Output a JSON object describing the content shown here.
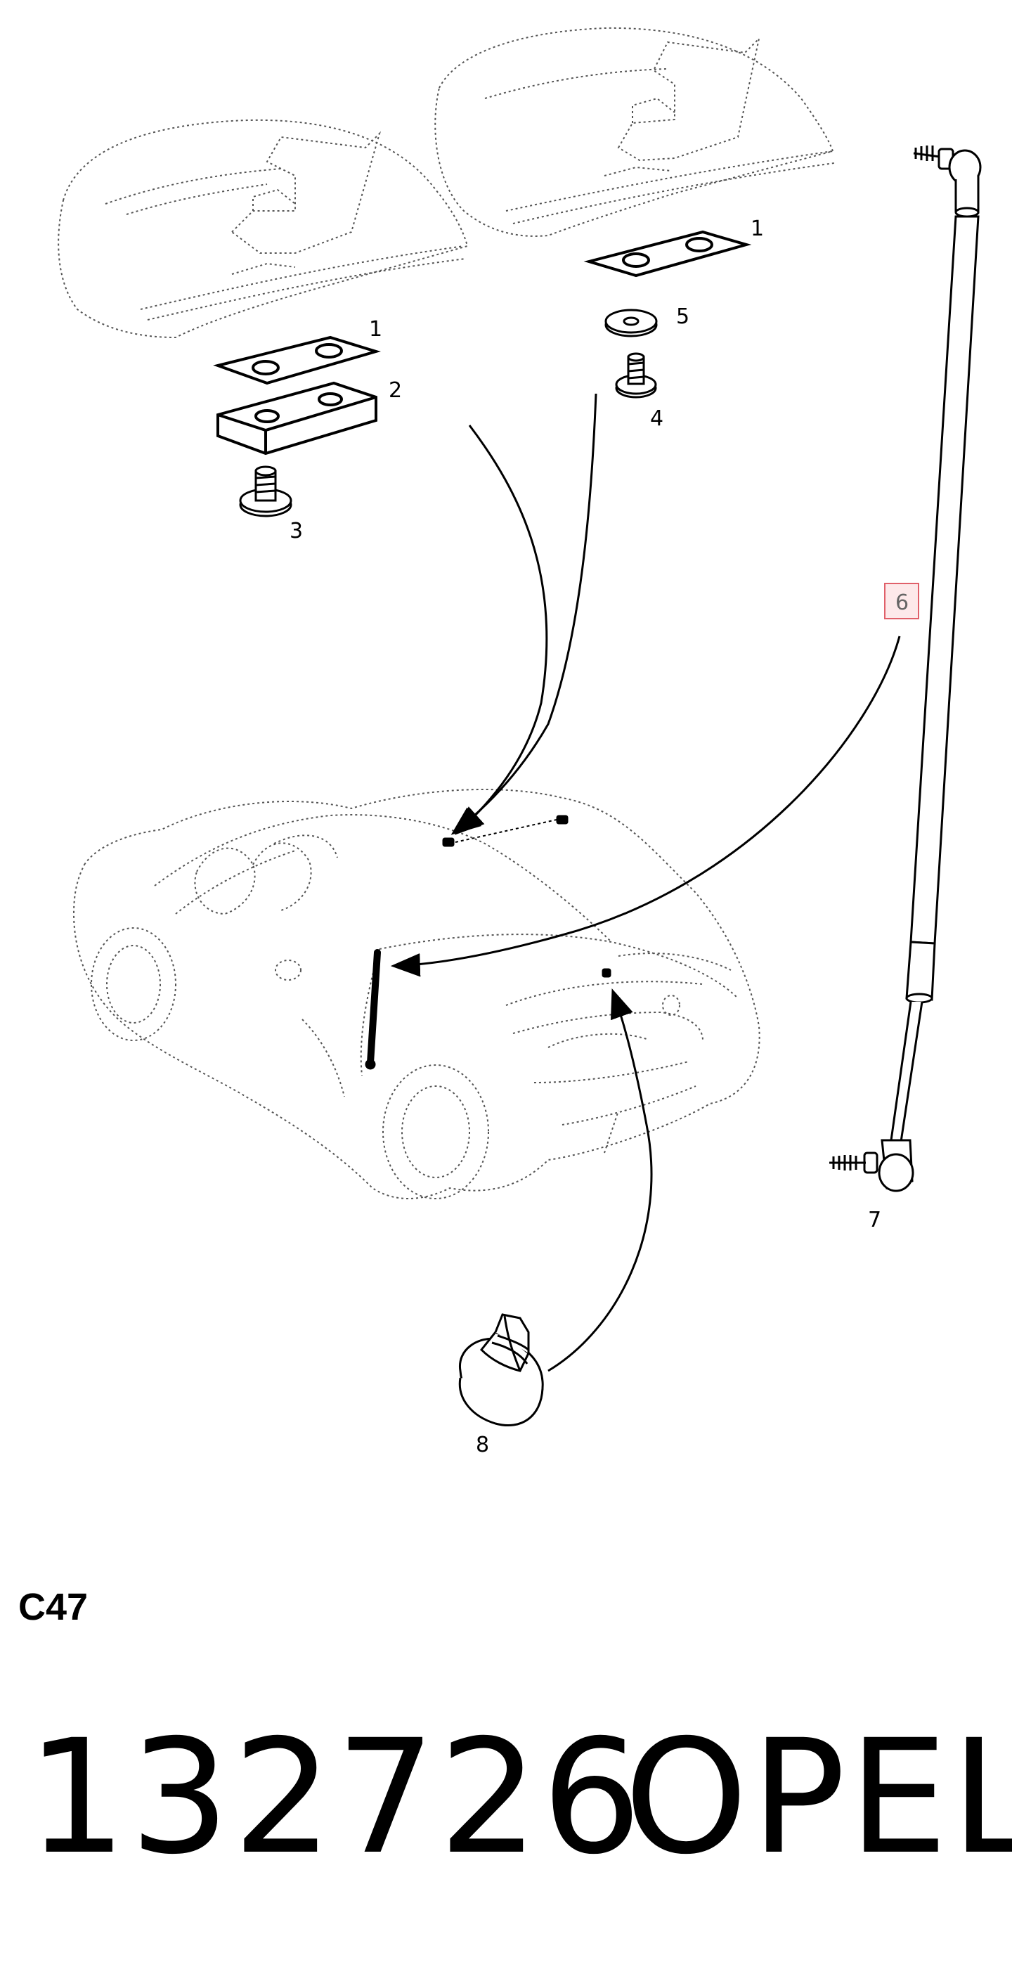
{
  "callouts": {
    "c1_left": "1",
    "c2": "2",
    "c3": "3",
    "c1_right": "1",
    "c5": "5",
    "c4": "4",
    "c6": "6",
    "c7": "7",
    "c8": "8"
  },
  "section_code": "C47",
  "part_number": "132726",
  "brand": "OPEL",
  "colors": {
    "highlight_border": "#e0606a",
    "highlight_fill": "#fde9ea",
    "line": "#000000"
  }
}
